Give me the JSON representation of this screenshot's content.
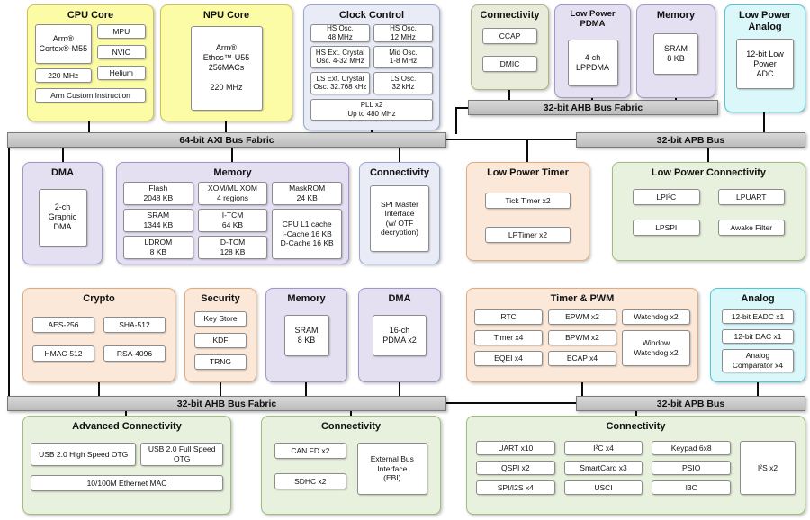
{
  "palette": {
    "core_yellow": "#FCFCA6",
    "clock_blue": "#E9ECF7",
    "camera_olive": "#E9ECDA",
    "memory_purple": "#E4DFF1",
    "analog_cyan": "#DAF7F9",
    "timer_orange": "#FBE8D9",
    "connectivity_green": "#E8F1DD",
    "bus_gray": "#C9C9C9"
  },
  "buses": {
    "axi": "64-bit AXI Bus Fabric",
    "ahb_top": "32-bit AHB Bus Fabric",
    "apb_top": "32-bit APB Bus",
    "ahb_bottom": "32-bit AHB Bus Fabric",
    "apb_bottom": "32-bit APB Bus"
  },
  "cpu_core": {
    "title": "CPU Core",
    "core": "Arm®\nCortex®-M55",
    "freq": "220 MHz",
    "mpu": "MPU",
    "nvic": "NVIC",
    "helium": "Helium",
    "custom": "Arm Custom Instruction"
  },
  "npu_core": {
    "title": "NPU Core",
    "core": "Arm®\nEthos™-U55\n256MACs",
    "freq": "220 MHz"
  },
  "clock_control": {
    "title": "Clock Control",
    "hs48": "HS Osc.\n48 MHz",
    "hs12": "HS Osc.\n12 MHz",
    "hxt": "HS Ext. Crystal\nOsc. 4-32 MHz",
    "mid": "Mid Osc.\n1-8 MHz",
    "lxt": "LS Ext. Crystal\nOsc. 32.768 kHz",
    "ls": "LS Osc.\n32 kHz",
    "pll": "PLL x2\nUp to 480 MHz"
  },
  "conn_top": {
    "title": "Connectivity",
    "ccap": "CCAP",
    "dmic": "DMIC"
  },
  "lp_pdma": {
    "title": "Low Power PDMA",
    "box": "4-ch\nLPPDMA"
  },
  "memory_top": {
    "title": "Memory",
    "box": "SRAM\n8 KB"
  },
  "lp_analog": {
    "title": "Low Power\nAnalog",
    "box": "12-bit Low\nPower\nADC"
  },
  "dma_graphic": {
    "title": "DMA",
    "box": "2-ch\nGraphic\nDMA"
  },
  "memory_main": {
    "title": "Memory",
    "flash": "Flash\n2048 KB",
    "xom": "XOM/ML XOM\n4 regions",
    "maskrom": "MaskROM\n24 KB",
    "sram": "SRAM\n1344 KB",
    "itcm": "I-TCM\n64 KB",
    "l1": "CPU L1 cache\nI-Cache 16 KB\nD-Cache 16 KB",
    "ldrom": "LDROM\n8 KB",
    "dtcm": "D-TCM\n128 KB"
  },
  "conn_spi": {
    "title": "Connectivity",
    "box": "SPI Master\nInterface\n(w/ OTF\ndecryption)"
  },
  "lp_timer": {
    "title": "Low Power Timer",
    "tick": "Tick Timer x2",
    "lptimer": "LPTimer x2"
  },
  "lp_conn": {
    "title": "Low Power Connectivity",
    "lpi2c": "LPI²C",
    "lpuart": "LPUART",
    "lpspi": "LPSPI",
    "awake": "Awake Filter"
  },
  "crypto": {
    "title": "Crypto",
    "aes": "AES-256",
    "sha": "SHA-512",
    "hmac": "HMAC-512",
    "rsa": "RSA-4096"
  },
  "security": {
    "title": "Security",
    "keystore": "Key Store",
    "kdf": "KDF",
    "trng": "TRNG"
  },
  "memory_sec": {
    "title": "Memory",
    "box": "SRAM\n8 KB"
  },
  "dma_pdma": {
    "title": "DMA",
    "box": "16-ch\nPDMA x2"
  },
  "timer_pwm": {
    "title": "Timer & PWM",
    "rtc": "RTC",
    "epwm": "EPWM x2",
    "wdt": "Watchdog x2",
    "timer": "Timer x4",
    "bpwm": "BPWM x2",
    "wwdt": "Window\nWatchdog x2",
    "eqei": "EQEI x4",
    "ecap": "ECAP x4"
  },
  "analog": {
    "title": "Analog",
    "eadc": "12-bit EADC x1",
    "dac": "12-bit DAC x1",
    "acmp": "Analog\nComparator x4"
  },
  "adv_conn": {
    "title": "Advanced Connectivity",
    "usb_hs": "USB 2.0 High Speed OTG",
    "usb_fs": "USB 2.0 Full Speed\nOTG",
    "eth": "10/100M Ethernet MAC"
  },
  "conn_mid": {
    "title": "Connectivity",
    "canfd": "CAN FD x2",
    "sdhc": "SDHC x2",
    "ebi": "External Bus\nInterface\n(EBI)"
  },
  "conn_apb": {
    "title": "Connectivity",
    "uart": "UART x10",
    "qspi": "QSPI x2",
    "spii2s": "SPI/I2S x4",
    "i2c": "I²C x4",
    "smartcard": "SmartCard x3",
    "usci": "USCI",
    "keypad": "Keypad 6x8",
    "psio": "PSIO",
    "i3c": "I3C",
    "i2s": "I²S x2"
  }
}
